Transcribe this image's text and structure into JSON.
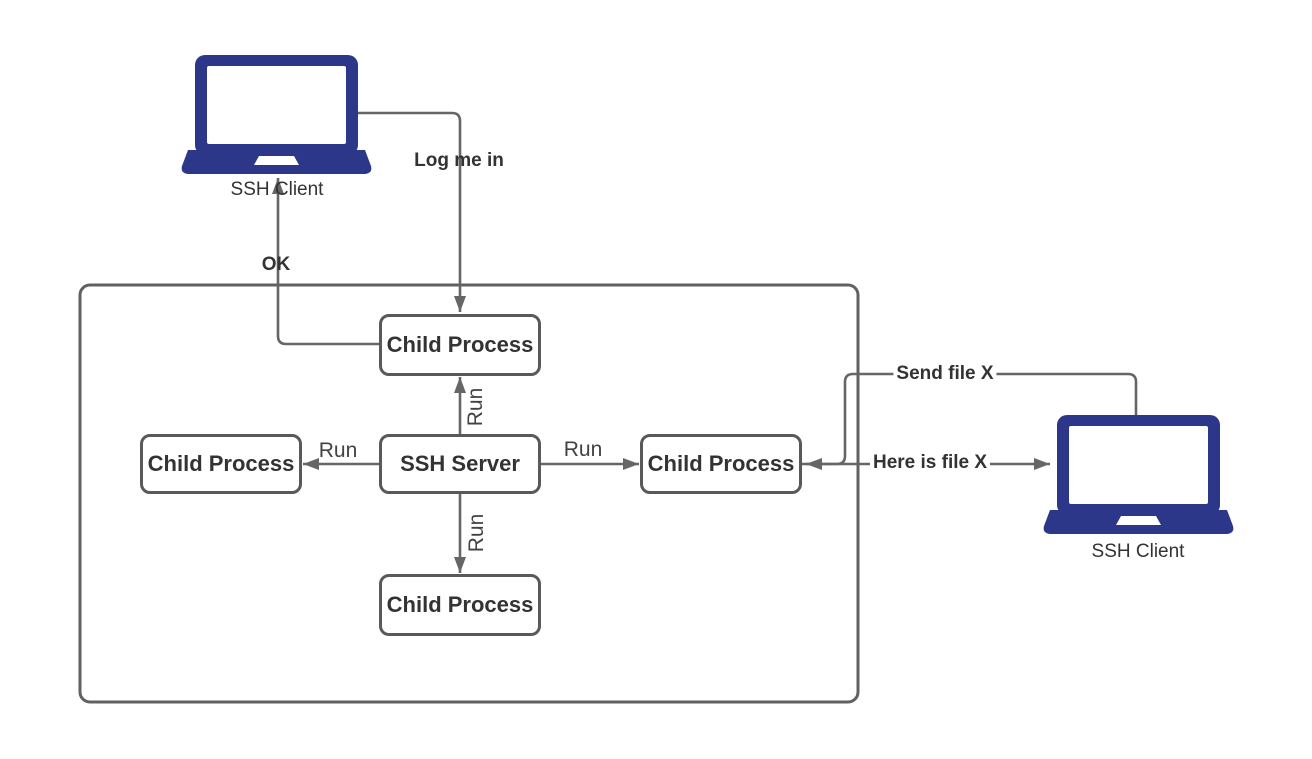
{
  "diagram": {
    "nodes": {
      "ssh_client_left": {
        "label": "SSH Client"
      },
      "ssh_client_right": {
        "label": "SSH Client"
      },
      "ssh_server": {
        "label": "SSH Server"
      },
      "child_top": {
        "label": "Child Process"
      },
      "child_left": {
        "label": "Child Process"
      },
      "child_right": {
        "label": "Child Process"
      },
      "child_bottom": {
        "label": "Child Process"
      }
    },
    "edge_labels": {
      "log_me_in": "Log me in",
      "ok": "OK",
      "run_up": "Run",
      "run_left": "Run",
      "run_right": "Run",
      "run_down": "Run",
      "send_file": "Send file X",
      "here_is_file": "Here is file X"
    },
    "colors": {
      "laptop": "#2d3789",
      "connector": "#666666",
      "node_border": "#595959",
      "node_fill": "#ffffff",
      "text": "#333333",
      "background": "#ffffff"
    }
  }
}
